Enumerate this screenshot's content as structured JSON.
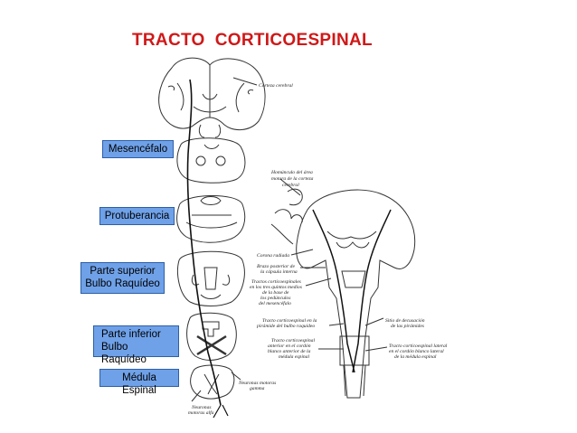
{
  "title": "TRACTO  CORTICOESPINAL",
  "labels": {
    "mesencefalo": "Mesencéfalo",
    "protuberancia": "Protuberancia",
    "bulbo_superior_1": "Parte superior",
    "bulbo_superior_2": "Bulbo Raquídeo",
    "bulbo_inferior_1": "Parte inferior",
    "bulbo_inferior_2": "Bulbo Raquídeo",
    "medula": "Médula Espinal"
  },
  "annotations": {
    "corteza": "Corteza cerebral",
    "homunculo_1": "Homúnculo del área",
    "homunculo_2": "motora de la corteza",
    "homunculo_3": "cerebral",
    "corona": "Corona radiada",
    "brazo_1": "Brazo posterior de",
    "brazo_2": "la cápsula interna",
    "tractos_1": "Tractos corticoespinales",
    "tractos_2": "en los tres quintos medios",
    "tractos_3": "de la base de",
    "tractos_4": "los pedúnculos",
    "tractos_5": "del mesencéfalo",
    "piramide_1": "Tracto corticoespinal en la",
    "piramide_2": "pirámide del bulbo raquídeo",
    "decusacion_1": "Sitio de decusación",
    "decusacion_2": "de las pirámides",
    "anterior_1": "Tracto corticoespinal",
    "anterior_2": "anterior en el cordón",
    "anterior_3": "blanco anterior de la",
    "anterior_4": "médula espinal",
    "lateral_1": "Tracto corticoespinal lateral",
    "lateral_2": "en el cordón blanco lateral",
    "lateral_3": "de la médula espinal",
    "alfa_1": "Neuronas",
    "alfa_2": "motoras alfa",
    "gamma_1": "Neuronas motoras",
    "gamma_2": "gamma"
  },
  "colors": {
    "title": "#d01818",
    "label_fill": "#6fa1e8",
    "label_border": "#2d5fa6"
  }
}
